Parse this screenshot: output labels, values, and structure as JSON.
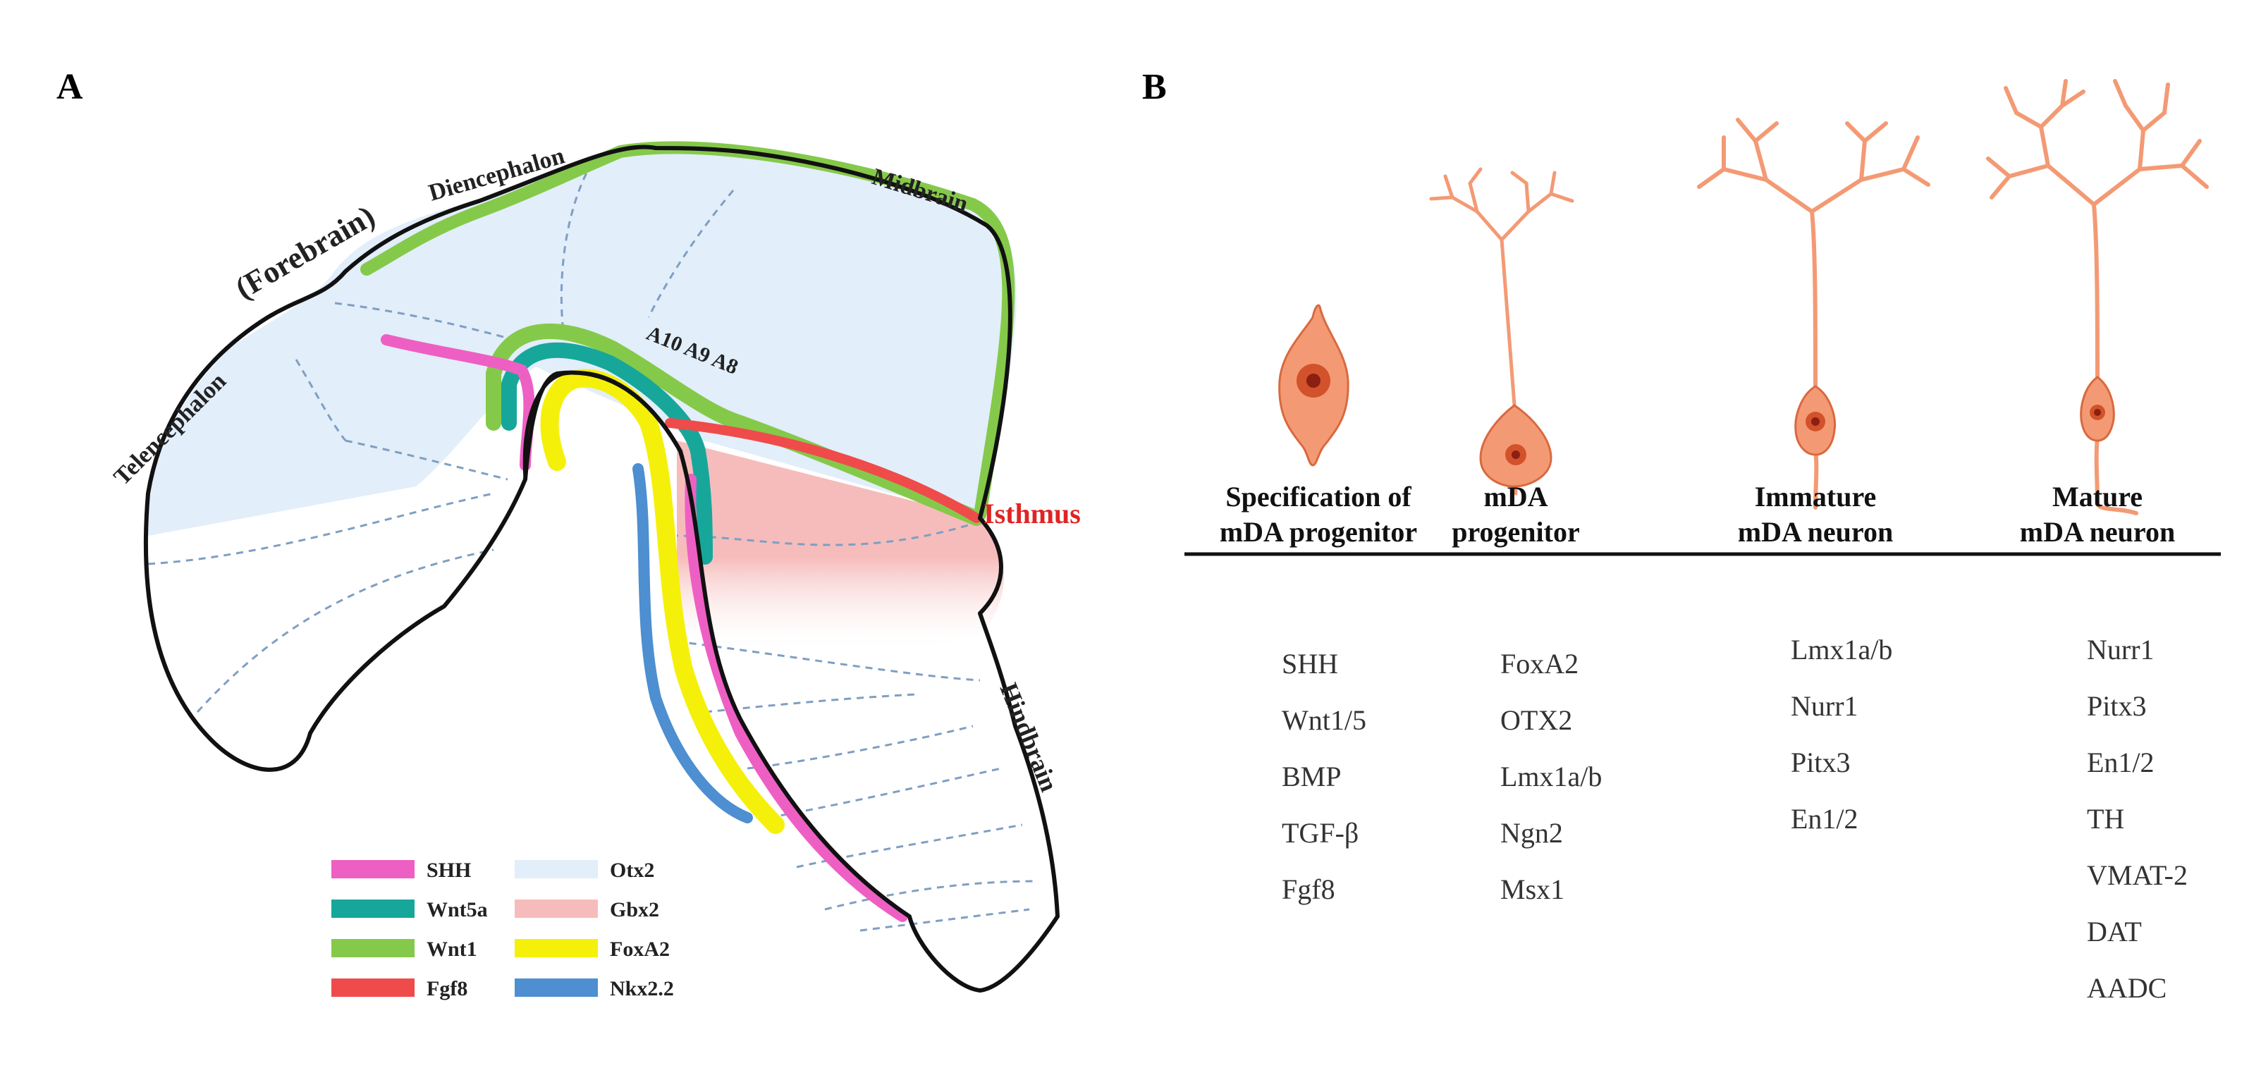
{
  "panel_a": {
    "label": "A",
    "regions": {
      "forebrain": "(Forebrain)",
      "diencephalon": "Diencephalon",
      "midbrain": "Midbrain",
      "telencephalon": "Telencephalon",
      "isthmus": "Isthmus",
      "hindbrain": "Hindbrain",
      "nuclei": "A10 A9 A8"
    },
    "legend": [
      {
        "label": "SHH",
        "color": "#ee5fc4"
      },
      {
        "label": "Otx2",
        "color": "#e2eefa"
      },
      {
        "label": "Wnt5a",
        "color": "#17a79a"
      },
      {
        "label": "Gbx2",
        "color": "#f6bcbb"
      },
      {
        "label": "Wnt1",
        "color": "#85c94a"
      },
      {
        "label": "FoxA2",
        "color": "#f5f00a"
      },
      {
        "label": "Fgf8",
        "color": "#ef4b4b"
      },
      {
        "label": "Nkx2.2",
        "color": "#4d8fd0"
      }
    ]
  },
  "panel_b": {
    "label": "B",
    "stages": [
      {
        "line1": "Specification of",
        "line2": "mDA progenitor",
        "factors": [
          "SHH",
          "Wnt1/5",
          "BMP",
          "TGF-β",
          "Fgf8"
        ]
      },
      {
        "line1": "mDA",
        "line2": "progenitor",
        "factors": [
          "FoxA2",
          "OTX2",
          "Lmx1a/b",
          "Ngn2",
          "Msx1"
        ]
      },
      {
        "line1": "Immature",
        "line2": "mDA neuron",
        "factors": [
          "Lmx1a/b",
          "Nurr1",
          "Pitx3",
          "En1/2"
        ]
      },
      {
        "line1": "Mature",
        "line2": "mDA neuron",
        "factors": [
          "Nurr1",
          "Pitx3",
          "En1/2",
          "TH",
          "VMAT-2",
          "DAT",
          "AADC"
        ]
      }
    ],
    "cell_color": "#f39a74"
  }
}
